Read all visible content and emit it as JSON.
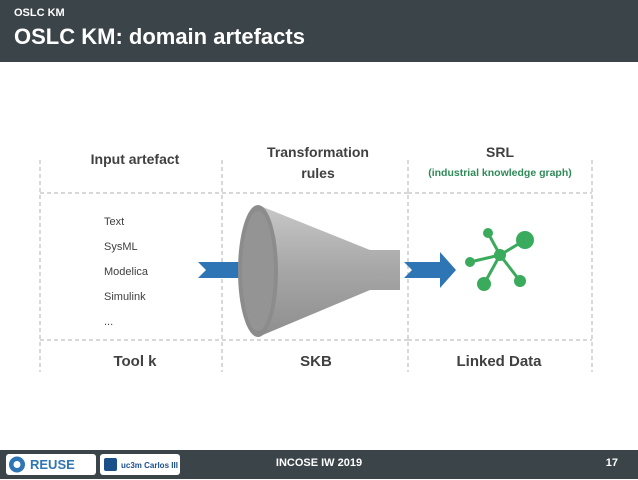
{
  "header": {
    "kicker": "OSLC KM",
    "title": "OSLC KM: domain artefacts"
  },
  "columns": [
    {
      "heading": [
        "Input artefact"
      ],
      "footer": "Tool k"
    },
    {
      "heading": [
        "Transformation",
        "rules"
      ],
      "footer": "SKB"
    },
    {
      "heading": [
        "SRL"
      ],
      "subheading": "(industrial knowledge graph)",
      "footer": "Linked Data"
    }
  ],
  "input_list": [
    "Text",
    "SysML",
    "Modelica",
    "Simulink",
    "..."
  ],
  "colors": {
    "header_bg": "#3b4448",
    "heading_text": "#404040",
    "subheading_text": "#2e8b57",
    "arrow": "#2e75b6",
    "funnel": "#a6a6a6",
    "graph_nodes": "#3aaa5c",
    "dashed_lines": "#b0b0b0"
  },
  "footer": {
    "event": "INCOSE IW 2019",
    "page": "17",
    "logos": [
      {
        "icon": "reuse-logo",
        "text": "REUSE"
      },
      {
        "icon": "uc3m-logo",
        "text": "uc3m Carlos III"
      }
    ]
  }
}
